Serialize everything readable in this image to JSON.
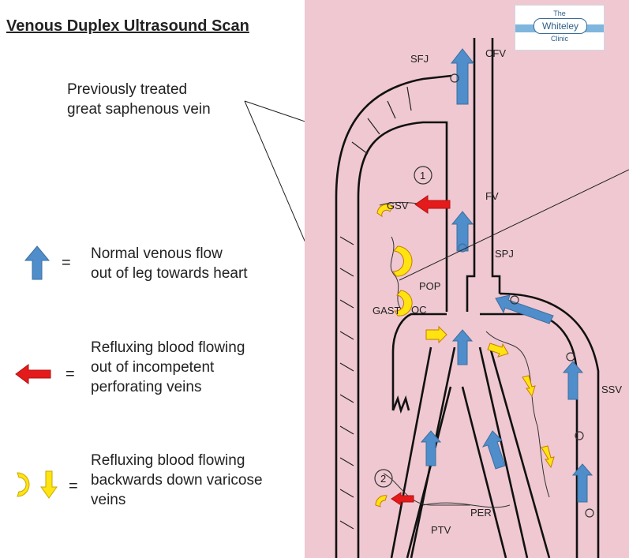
{
  "title": "Venous Duplex Ultrasound Scan",
  "logo": {
    "line1": "The",
    "line2": "Whiteley",
    "line3": "Clinic"
  },
  "annotation": {
    "line1": "Previously treated",
    "line2": "great saphenous vein"
  },
  "legend": [
    {
      "symbol": "blue-up-arrow",
      "line1": "Normal venous flow",
      "line2": "out of leg towards heart"
    },
    {
      "symbol": "red-left-arrow",
      "line1": "Refluxing blood flowing",
      "line2": "out of incompetent",
      "line3": "perforating veins"
    },
    {
      "symbol": "yellow-curved-and-down-arrow",
      "line1": "Refluxing blood flowing",
      "line2": "backwards down varicose",
      "line3": "veins"
    }
  ],
  "equals": "=",
  "vein_labels": {
    "sfj": "SFJ",
    "cfv": "CFV",
    "fv": "FV",
    "gsv": "GSV",
    "spj": "SPJ",
    "pop": "POP",
    "gast": "GAST",
    "oc": "OC",
    "ssv": "SSV",
    "per": "PER",
    "ptv": "PTV",
    "circle1": "1",
    "circle2": "2"
  },
  "colors": {
    "paper": "#efc8d1",
    "normal_flow": "#4f8dcb",
    "perforator_reflux": "#e31b1b",
    "varicose_reflux": "#ffe411"
  }
}
